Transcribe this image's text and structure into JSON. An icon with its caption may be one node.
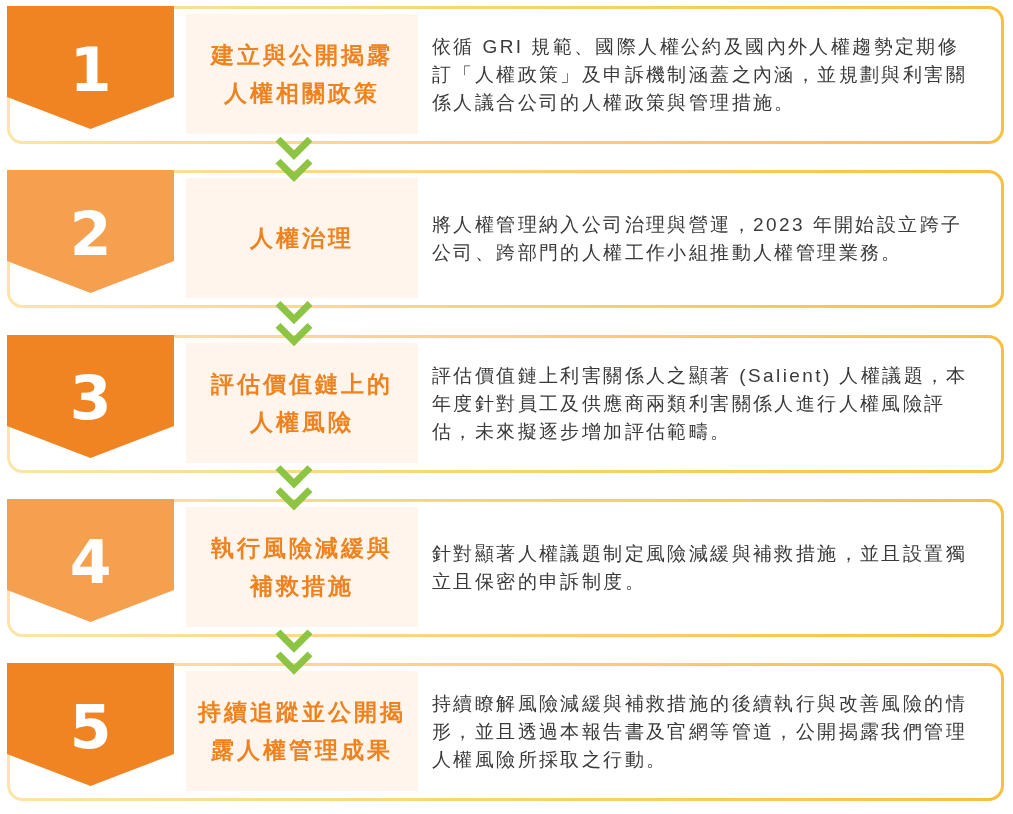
{
  "diagram": {
    "nodes": [
      {
        "text": [
          "依循 GRI 規範、國際人權公約及國內外人權趨勢定期修訂「人權政策」及申訴機制涵蓋之內涵，並規劃與利害關係人議合公司的人權政策與管理措施。"
        ]
      },
      {
        "text": [
          "1"
        ],
        "in": 0
      },
      {
        "text": [
          "建立與公開揭露人權相關政策"
        ],
        "in": 0
      },
      {
        "text": [
          "將人權管理納入公司治理與營運，2023 年開始設立跨子公司、跨部門的人權工作小組推動人權管理業務。"
        ]
      },
      {
        "text": [
          "2"
        ],
        "in": 3
      },
      {
        "text": [
          "人權治理"
        ],
        "in": 3
      },
      {
        "text": [
          "評估價值鏈上利害關係人之顯著 (Salient) 人權議題，本年度針對員工及供應商兩類利害關係人進行人權風險評估，未來擬逐步增加評估範疇。"
        ]
      },
      {
        "text": [
          "3"
        ],
        "in": 6
      },
      {
        "text": [
          "評估價值鏈上的人權風險"
        ],
        "in": 6
      },
      {
        "text": [
          "針對顯著人權議題制定風險減緩與補救措施，並且設置獨立且保密的申訴制度。"
        ]
      },
      {
        "text": [
          "4"
        ],
        "in": 9
      },
      {
        "text": [
          "執行風險減緩與補救措施"
        ],
        "in": 9
      },
      {
        "text": [
          "持續瞭解風險減緩與補救措施的後續執行與改善風險的情形，並且透過本報告書及官網等管道，公開揭露我們管理人權風險所採取之行動。"
        ]
      },
      {
        "text": [
          "5"
        ],
        "in": 12
      },
      {
        "text": [
          "持續追蹤並公開揭露人權管理成果"
        ],
        "in": 12
      }
    ],
    "edges": [
      {
        "from": 0,
        "to": 3,
        "arrow": "to"
      },
      {
        "from": 3,
        "to": 6,
        "arrow": "to"
      },
      {
        "from": 6,
        "to": 9,
        "arrow": "to"
      },
      {
        "from": 9,
        "to": 12,
        "arrow": "to"
      }
    ]
  }
}
